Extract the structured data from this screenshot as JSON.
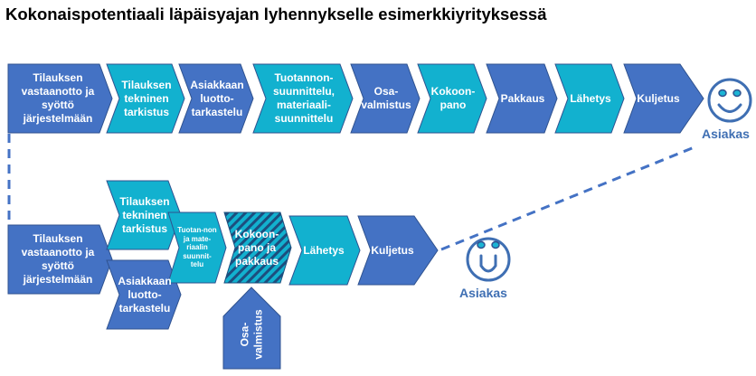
{
  "title": "Kokonaispotentiaali läpäisyajan lyhennykselle esimerkkiyrityksessä",
  "colors": {
    "dark_blue": "#4472C4",
    "cyan": "#12B1CF",
    "dark_outline": "#2F528F",
    "hatch": "#1D4E7E",
    "dashed_line": "#4472C4",
    "smiley_stroke": "#3F6FB3"
  },
  "current_process": {
    "steps": [
      {
        "label": "Tilauksen\nvastaanotto ja\nsyöttö\njärjestelmään",
        "color": "dark_blue"
      },
      {
        "label": "Tilauksen\ntekninen\ntarkistus",
        "color": "cyan"
      },
      {
        "label": "Asiakkaan\nluotto-\ntarkastelu",
        "color": "dark_blue"
      },
      {
        "label": "Tuotannon-\nsuunnittelu,\nmateriaali-\nsuunnittelu",
        "color": "cyan"
      },
      {
        "label": "Osa-\nvalmistus",
        "color": "dark_blue"
      },
      {
        "label": "Kokoon-\npano",
        "color": "cyan"
      },
      {
        "label": "Pakkaus",
        "color": "dark_blue"
      },
      {
        "label": "Lähetys",
        "color": "cyan"
      },
      {
        "label": "Kuljetus",
        "color": "dark_blue"
      }
    ],
    "customer": {
      "label": "Asiakas",
      "icon": "smiley-face-icon"
    }
  },
  "improved_process": {
    "order_intake": "Tilauksen\nvastaanotto ja\nsyöttö\njärjestelmään",
    "technical_check": "Tilauksen\ntekninen\ntarkistus",
    "credit_check": "Asiakkaan\nluotto-\ntarkastelu",
    "production_planning": "Tuotan-non\nja mate-\nriaalin\nsuunnit-\ntelu",
    "assembly_packing": "Kokoon-\npano ja\npakkaus",
    "part_manufacturing": "Osa-\nvalmistus",
    "shipping": "Lähetys",
    "transport": "Kuljetus",
    "customer": {
      "label": "Asiakas",
      "icon": "smiley-face-icon"
    }
  }
}
